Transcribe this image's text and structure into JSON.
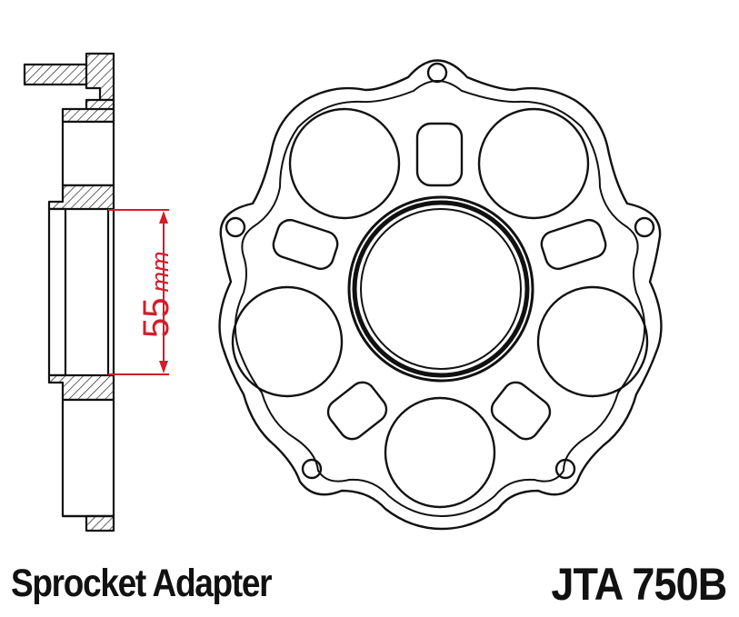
{
  "caption": {
    "name": "Sprocket Adapter",
    "part_number": "JTA 750B"
  },
  "dimension": {
    "value": "55",
    "unit": "mm"
  },
  "colors": {
    "line": "#111111",
    "dimension": "#d21e2a",
    "background": "#ffffff"
  }
}
